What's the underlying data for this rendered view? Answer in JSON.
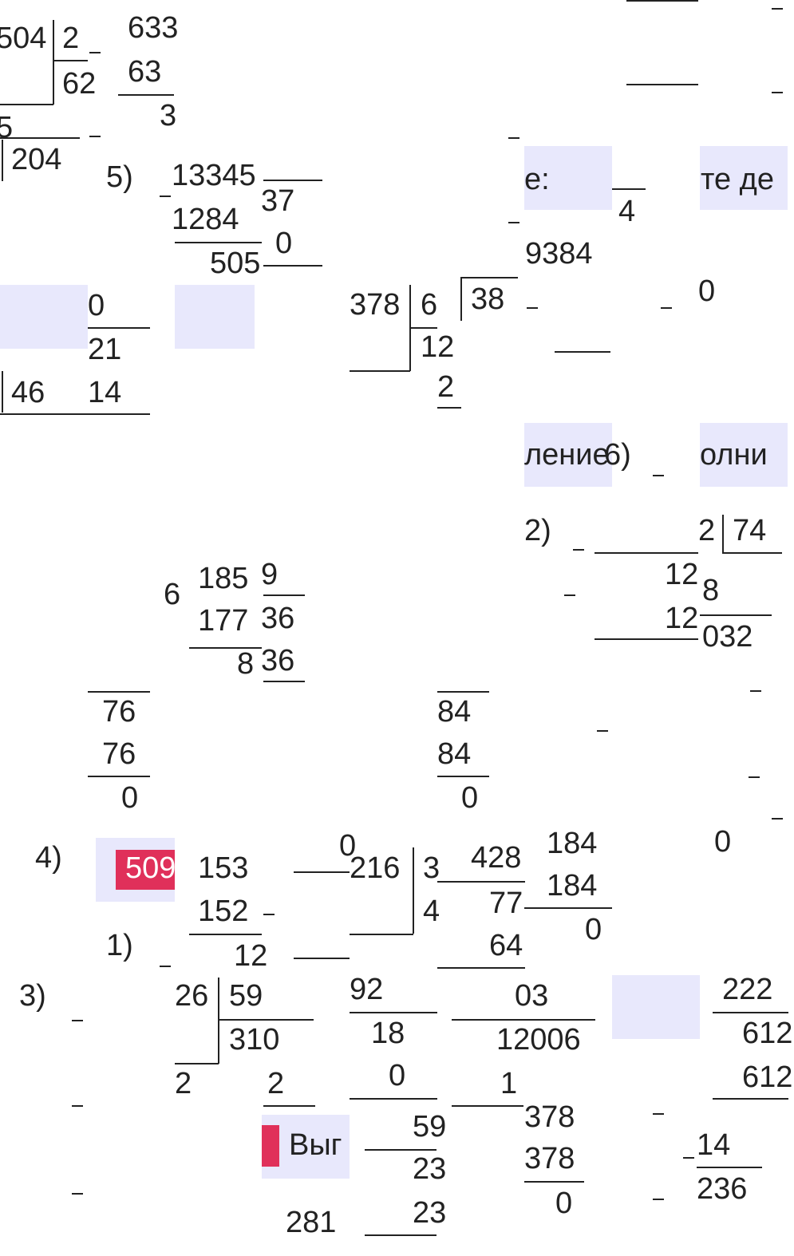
{
  "colors": {
    "highlight": "#e8e8fc",
    "badge": "#e0305a",
    "text": "#222222"
  },
  "fragments": [
    "504",
    "2",
    "633",
    "63",
    "62",
    "3",
    "5",
    "204",
    "5)",
    "13345",
    "37",
    "1284",
    "0",
    "505",
    "е:",
    "4",
    "те де",
    "9384",
    "0",
    "21",
    "46",
    "14",
    "378",
    "6",
    "38",
    "12",
    "2",
    "0",
    "ление",
    "6)",
    "олни",
    "2)",
    "2",
    "74",
    "12",
    "8",
    "12",
    "032",
    "6",
    "185",
    "9",
    "177",
    "36",
    "8",
    "36",
    "76",
    "76",
    "0",
    "84",
    "84",
    "0",
    "4)",
    "509",
    "153",
    "0",
    "216",
    "3",
    "428",
    "184",
    "184",
    "0",
    "0",
    "152",
    "4",
    "77",
    "1)",
    "12",
    "64",
    "3)",
    "26",
    "59",
    "92",
    "03",
    "222",
    "310",
    "18",
    "12006",
    "612",
    "2",
    "2",
    "0",
    "1",
    "612",
    "Выг",
    "59",
    "378",
    "14",
    "23",
    "378",
    "236",
    "0",
    "23",
    "281"
  ]
}
